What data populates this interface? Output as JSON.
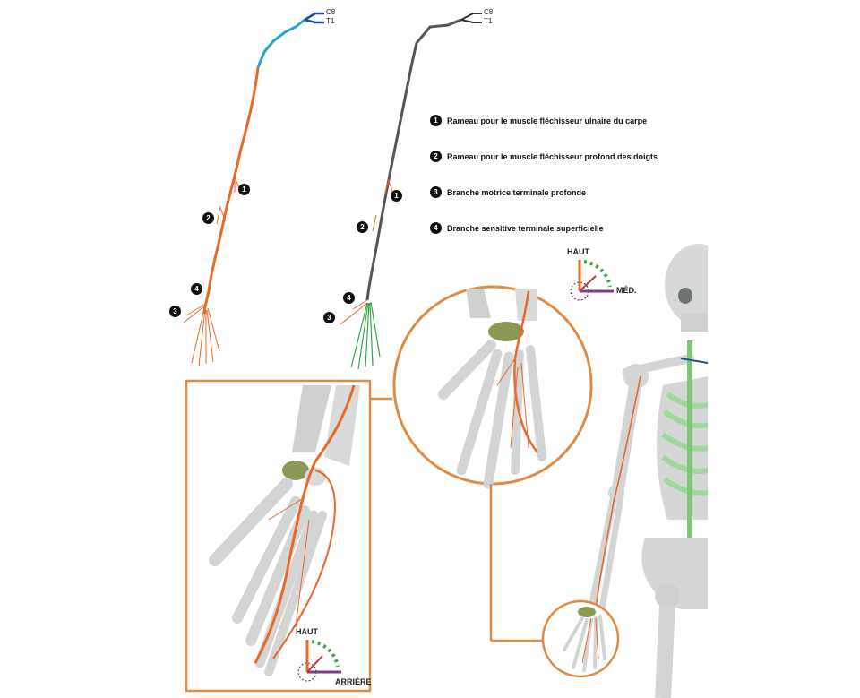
{
  "root_labels": {
    "upper": "C8",
    "lower": "T1"
  },
  "markers": [
    "1",
    "2",
    "3",
    "4"
  ],
  "legend": [
    {
      "num": "1",
      "text": "Rameau pour le muscle fléchisseur ulnaire du carpe"
    },
    {
      "num": "2",
      "text": "Rameau pour le muscle fléchisseur profond des doigts"
    },
    {
      "num": "3",
      "text": "Branche motrice terminale profonde"
    },
    {
      "num": "4",
      "text": "Branche sensitive terminale superficielle"
    }
  ],
  "orientation_top": {
    "up": "HAUT",
    "side": "MÉD."
  },
  "orientation_bottom": {
    "up": "HAUT",
    "side": "ARRIÈRE"
  },
  "colors": {
    "nerve_orange": "#e8692a",
    "nerve_gray": "#555555",
    "root_blue": "#1e4f9a",
    "root_cyan": "#29a3c9",
    "sensory_green": "#3aa548",
    "bone": "#d4d6d6",
    "frame": "#e08a43"
  }
}
